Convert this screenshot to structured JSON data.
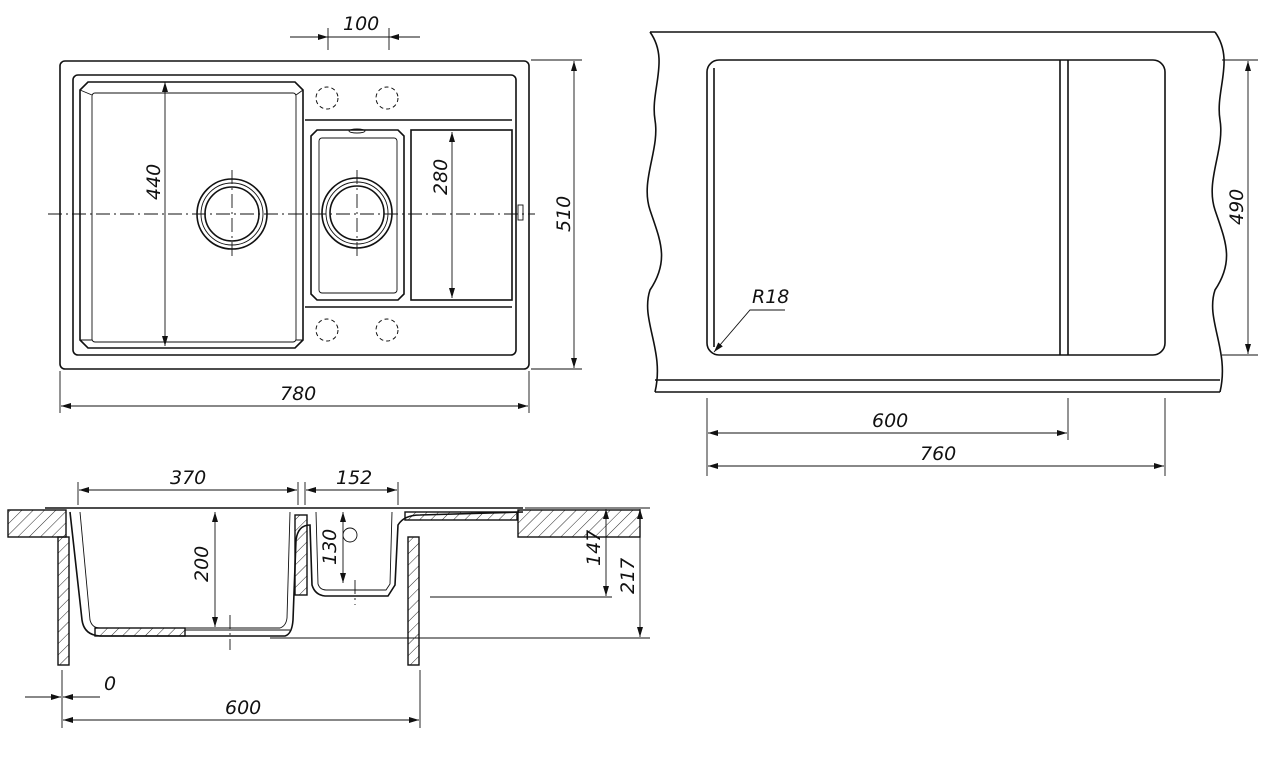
{
  "top_view": {
    "dims": {
      "hole_spacing": "100",
      "bowl_length": "440",
      "small_bowl_length": "280",
      "depth": "510",
      "width": "780"
    }
  },
  "cutout_view": {
    "dims": {
      "radius": "R18",
      "height": "490",
      "cabinet": "600",
      "cutout_width": "760"
    }
  },
  "section_view": {
    "dims": {
      "big_bowl_width": "370",
      "small_bowl_width": "152",
      "big_bowl_depth": "200",
      "small_bowl_depth": "130",
      "small_total": "147",
      "total_height": "217",
      "offset": "0",
      "cabinet": "600"
    }
  }
}
